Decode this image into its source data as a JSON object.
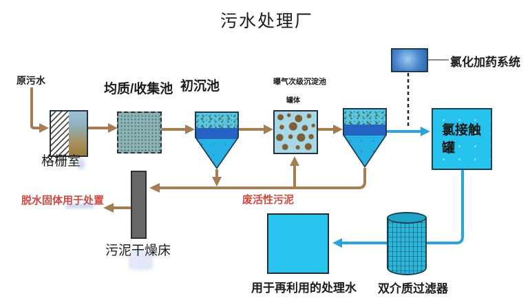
{
  "title": "污水处理厂",
  "labels": {
    "raw_water": "原污水",
    "screen_room": "格栅室",
    "equalization_basin": "均质/收集池",
    "primary_clarifier": "初沉池",
    "aeration_clarifier": "曝气次级沉淀池",
    "tank_body": "罐体",
    "chlorination_system": "氯化加药系统",
    "chlorine_contact_tank": "氯接触罐",
    "dewatered_solids": "脱水固体用于处置",
    "waste_activated_sludge": "废活性污泥",
    "sludge_drying_bed": "污泥干燥床",
    "treated_water_reuse": "用于再利用的处理水",
    "dual_media_filter": "双介质过滤器"
  },
  "colors": {
    "sludge_arrow_brown": "#a67c52",
    "water_arrow_blue": "#2aa3dc",
    "tank_cyan": "#29c5ee",
    "warning_text_red": "#cf4840",
    "clarifier_band_blue": "#2563c2"
  }
}
